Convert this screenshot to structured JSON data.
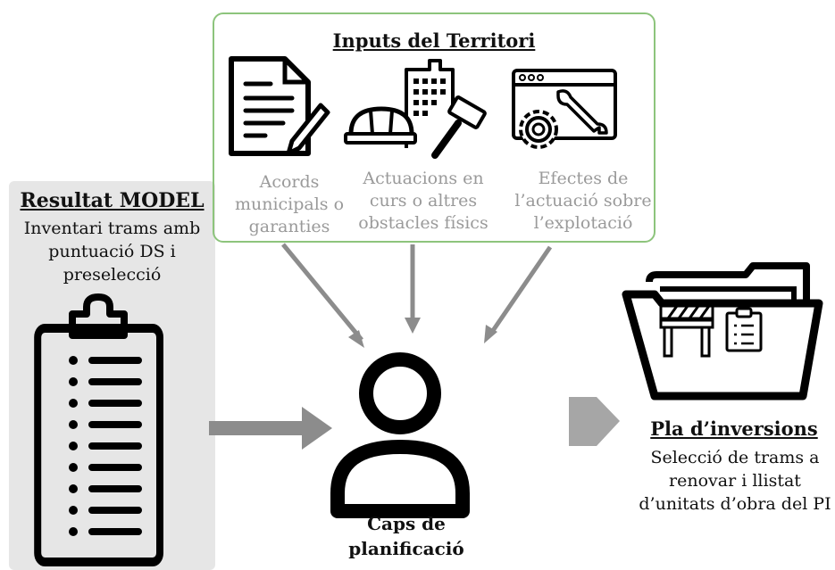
{
  "left": {
    "title": "Resultat MODEL",
    "text": "Inventari trams amb puntuació DS i preselecció"
  },
  "inputs": {
    "title": "Inputs del Territori",
    "items": [
      {
        "icon": "document-pen-icon",
        "label": "Acords municipals o garanties"
      },
      {
        "icon": "construction-building-icon",
        "label": "Actuacions en curs o altres obstacles físics"
      },
      {
        "icon": "browser-settings-icon",
        "label": "Efectes de l’actuació sobre l’explotació"
      }
    ]
  },
  "center": {
    "label": "Caps de planificació"
  },
  "output": {
    "title": "Pla d’inversions",
    "text": "Selecció de trams a renovar i llistat d’unitats d’obra del PI"
  },
  "colors": {
    "input_border": "#8dc47c",
    "arrow": "#8c8c8c",
    "panel": "#e6e6e6",
    "grey_text": "#9a9a9a"
  }
}
